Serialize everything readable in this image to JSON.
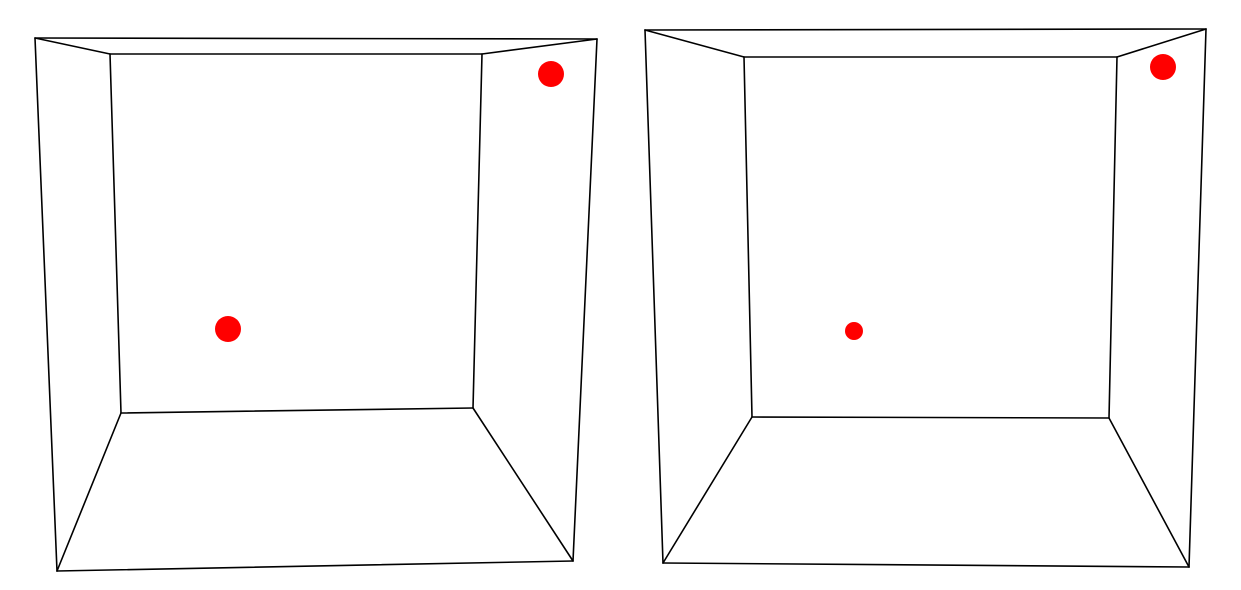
{
  "scene": {
    "background": "#ffffff",
    "edge_color": "#000000",
    "dot_color": "#ff0000"
  },
  "panels": [
    {
      "name": "left-box",
      "dots": [
        {
          "name": "corner-dot",
          "size": "large"
        },
        {
          "name": "center-dot",
          "size": "large"
        }
      ]
    },
    {
      "name": "right-box",
      "dots": [
        {
          "name": "corner-dot",
          "size": "large"
        },
        {
          "name": "center-dot",
          "size": "small"
        }
      ]
    }
  ]
}
